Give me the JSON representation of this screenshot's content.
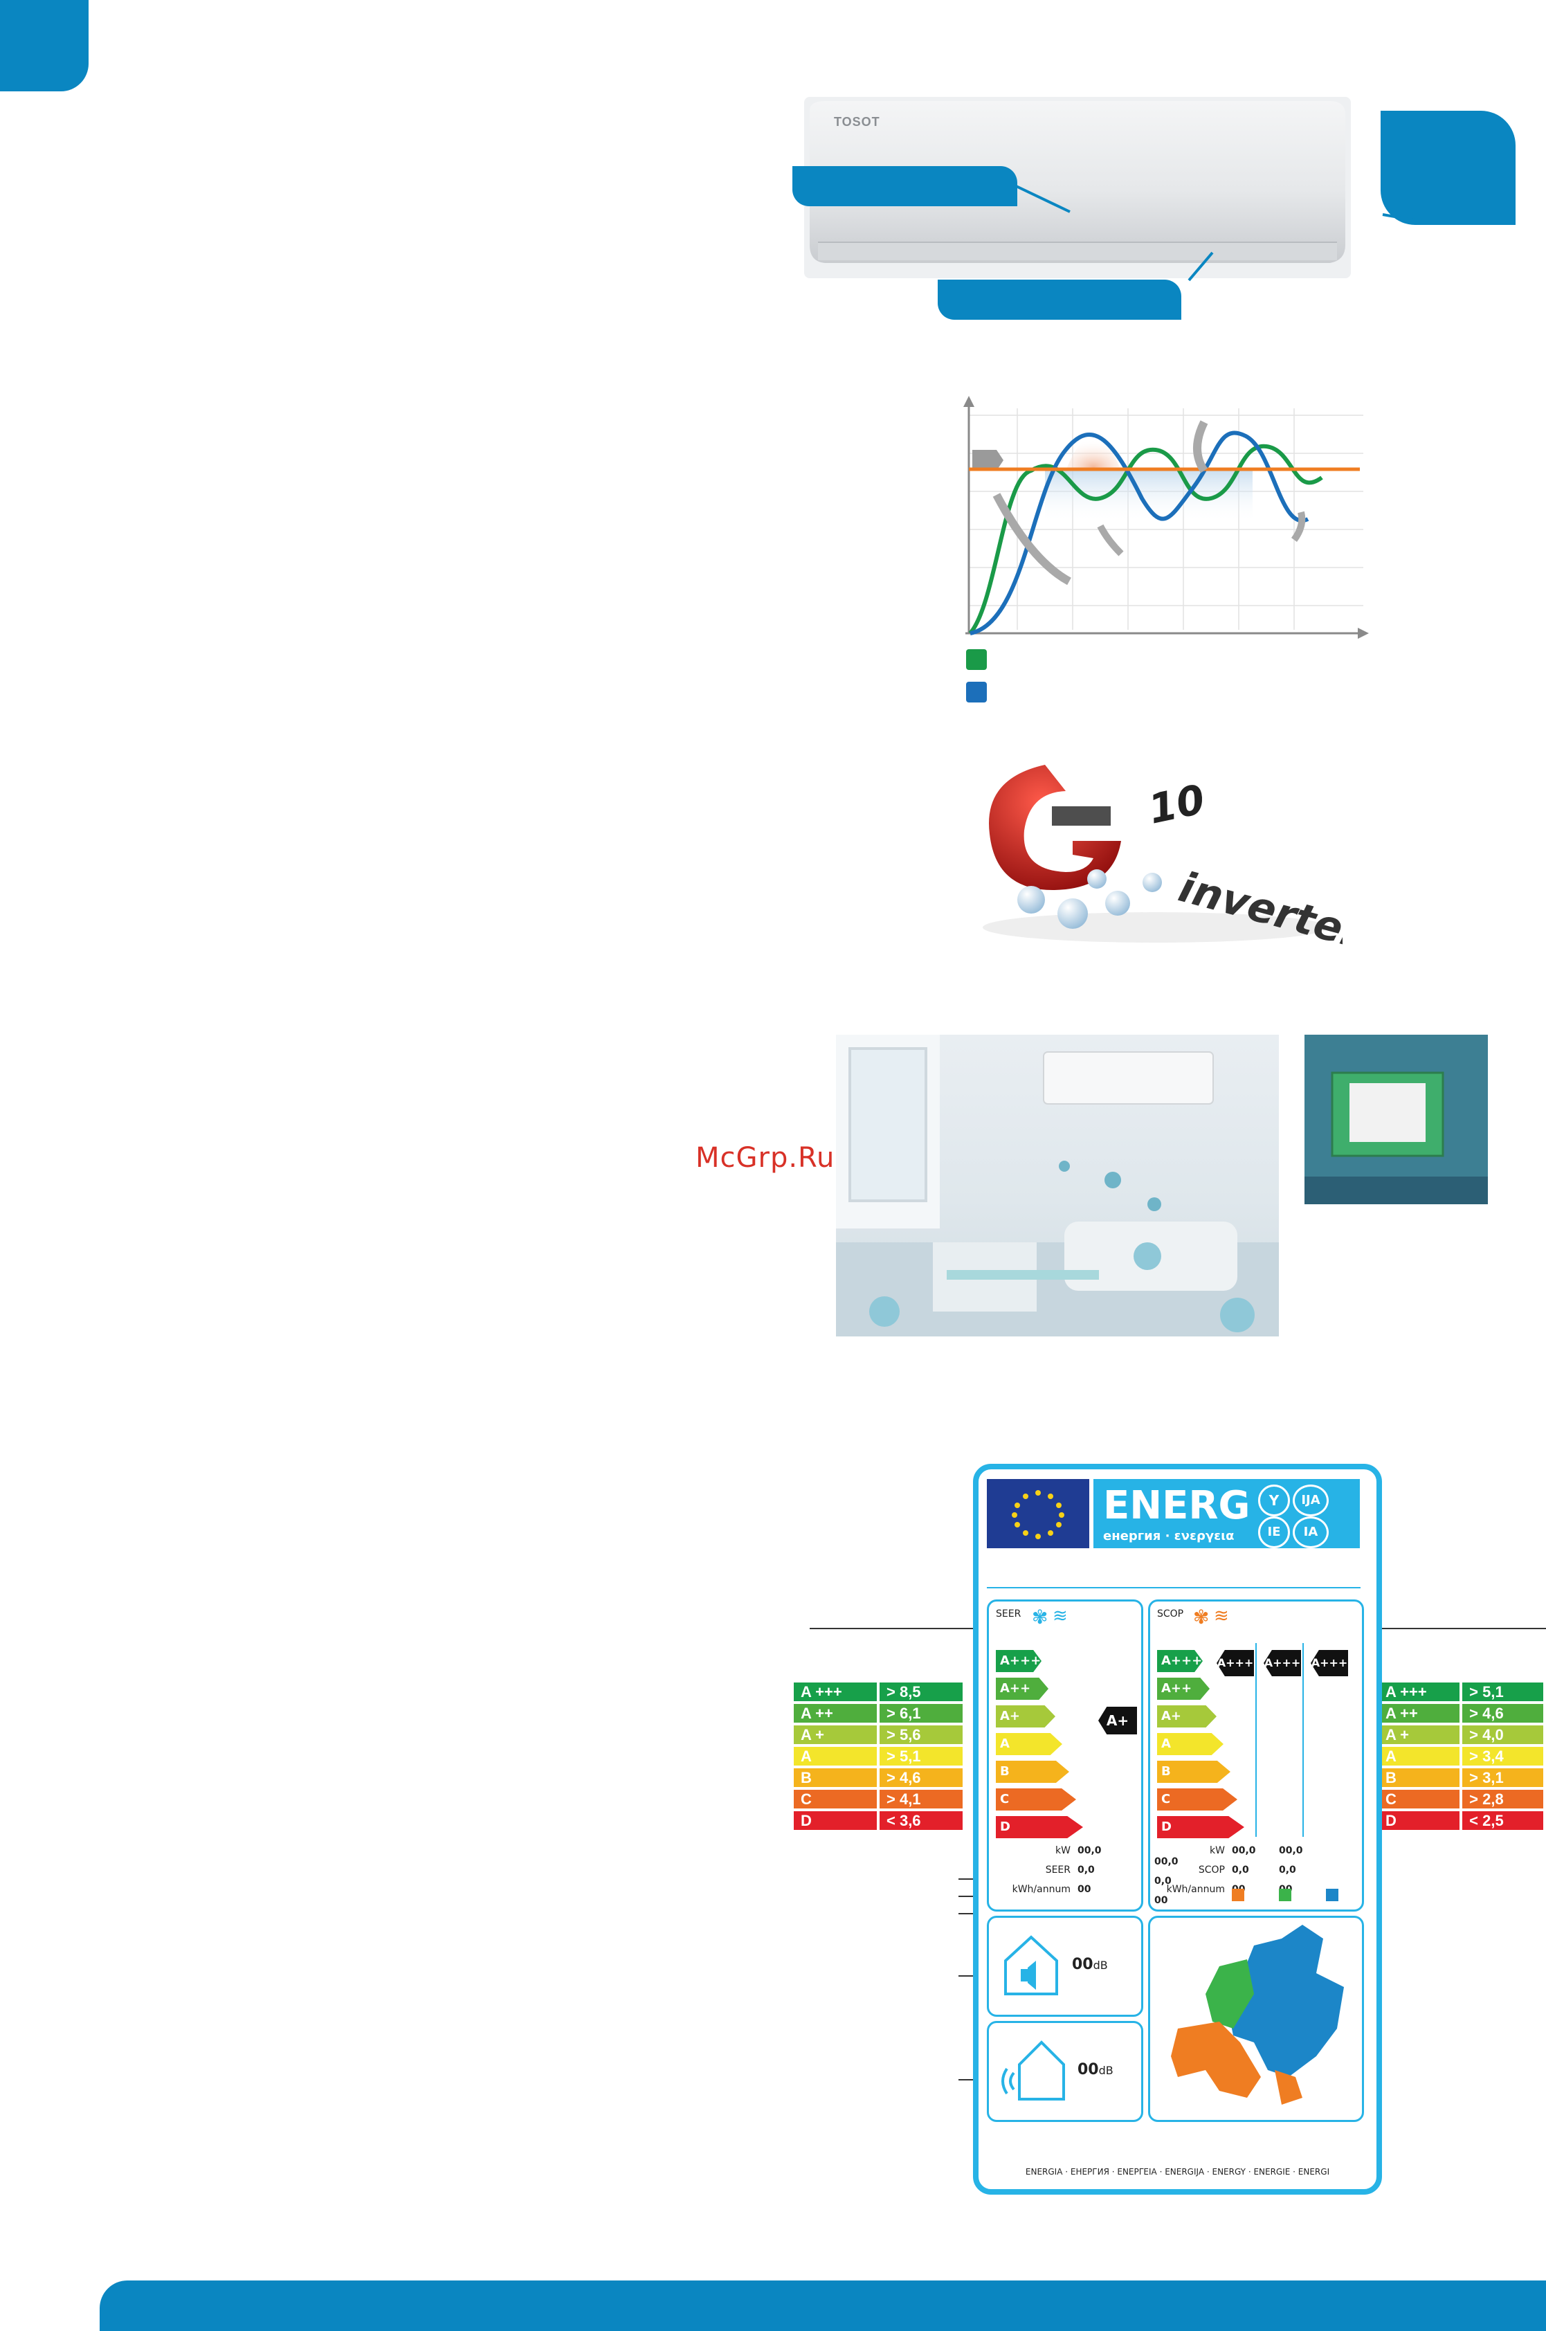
{
  "watermark": "McGrp.Ru",
  "product_logo": "TOSOT",
  "legend": {
    "green_color": "#1a9a48",
    "blue_color": "#1c6fba"
  },
  "label": {
    "title": "ENERG",
    "subtitle": "енергия · ενεργεια",
    "suffixes": [
      "Y",
      "IJA",
      "IE",
      "IA"
    ],
    "seer_heading": "SEER",
    "scop_heading": "SCOP",
    "classes": [
      "A+++",
      "A++",
      "A+",
      "A",
      "B",
      "C",
      "D"
    ],
    "class_colors": [
      "#17a04a",
      "#4fae3d",
      "#a6c93a",
      "#f3e52b",
      "#f5b31c",
      "#ec6a23",
      "#e3202a"
    ],
    "seer_rating": "A+",
    "scop_ratings": [
      "A+++",
      "A+++",
      "A+++"
    ],
    "seer_rows": [
      {
        "label": "kW",
        "value": "00,0"
      },
      {
        "label": "SEER",
        "value": "0,0"
      },
      {
        "label": "kWh/annum",
        "value": "00"
      }
    ],
    "scop_rows": [
      {
        "label": "kW",
        "values": [
          "00,0",
          "00,0",
          "00,0"
        ]
      },
      {
        "label": "SCOP",
        "values": [
          "0,0",
          "0,0",
          "0,0"
        ]
      },
      {
        "label": "kWh/annum",
        "values": [
          "00",
          "00",
          "00"
        ]
      }
    ],
    "zone_colors": [
      "#ef7d22",
      "#3bb34a",
      "#1c86c8"
    ],
    "noise_indoor_value": "00",
    "noise_outdoor_value": "00",
    "noise_unit": "dB",
    "footer": "ENERGIA · ЕНЕРГИЯ · ΕΝΕΡΓΕΙΑ · ENERGIJA · ENERGY · ENERGIE · ENERGI"
  },
  "seer_scale": [
    {
      "cls": "A +++",
      "val": "> 8,5"
    },
    {
      "cls": "A ++",
      "val": "> 6,1"
    },
    {
      "cls": "A +",
      "val": "> 5,6"
    },
    {
      "cls": "A",
      "val": "> 5,1"
    },
    {
      "cls": "B",
      "val": "> 4,6"
    },
    {
      "cls": "C",
      "val": "> 4,1"
    },
    {
      "cls": "D",
      "val": "< 3,6"
    }
  ],
  "scop_scale": [
    {
      "cls": "A +++",
      "val": "> 5,1"
    },
    {
      "cls": "A ++",
      "val": "> 4,6"
    },
    {
      "cls": "A +",
      "val": "> 4,0"
    },
    {
      "cls": "A",
      "val": "> 3,4"
    },
    {
      "cls": "B",
      "val": "> 3,1"
    },
    {
      "cls": "C",
      "val": "> 2,8"
    },
    {
      "cls": "D",
      "val": "< 2,5"
    }
  ],
  "g10_badge": {
    "text_1": "10",
    "text_2": "inverter"
  }
}
